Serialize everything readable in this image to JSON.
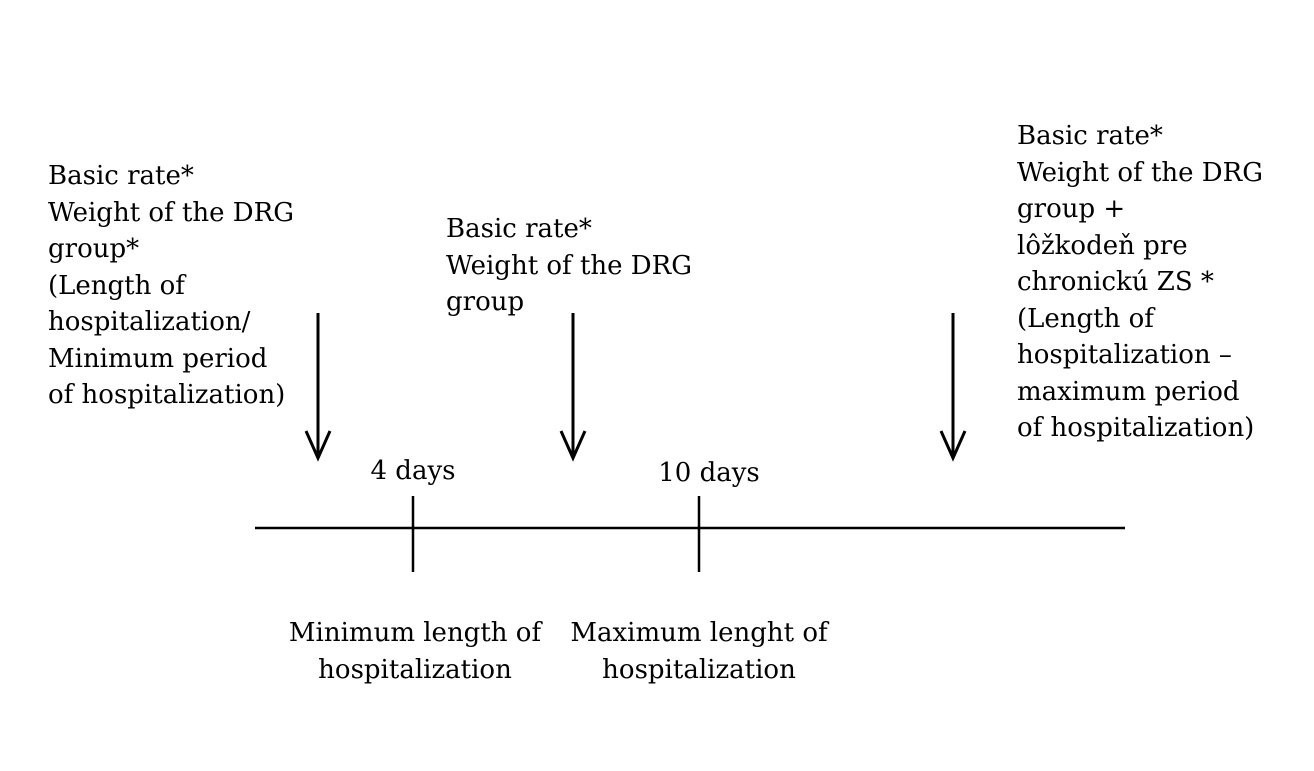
{
  "formulas": {
    "left": {
      "lines": [
        "Basic rate*",
        "Weight of the DRG",
        "group*",
        "(Length of",
        "hospitalization/",
        "Minimum period",
        "of hospitalization)"
      ]
    },
    "middle": {
      "lines": [
        "Basic rate*",
        "Weight of the DRG",
        "group"
      ]
    },
    "right": {
      "lines": [
        "Basic rate*",
        "Weight of the DRG",
        "group +",
        "lôžkodeň pre",
        "chronickú ZS *",
        "(Length of",
        "hospitalization –",
        "maximum period",
        "of hospitalization)"
      ]
    }
  },
  "ticks": {
    "min": {
      "value_label": "4 days",
      "caption_lines": [
        "Minimum length of",
        "hospitalization"
      ]
    },
    "max": {
      "value_label": "10 days",
      "caption_lines": [
        "Maximum lenght of",
        "hospitalization"
      ]
    }
  }
}
